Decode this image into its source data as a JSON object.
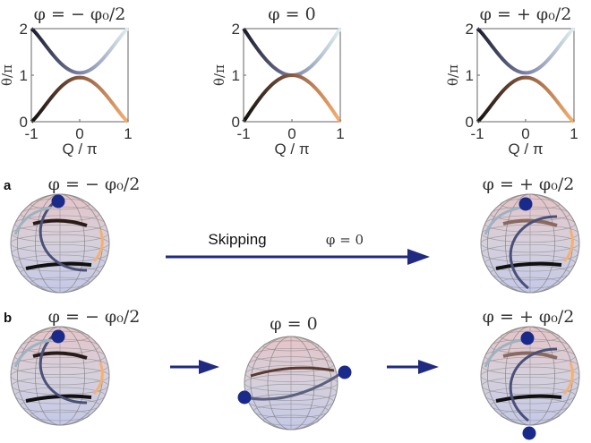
{
  "plots": [
    {
      "title": "φ = − φ₀/2",
      "gap": 0.05
    },
    {
      "title": "φ = 0",
      "gap": 0.0
    },
    {
      "title": "φ = + φ₀/2",
      "gap": 0.05
    }
  ],
  "axes": {
    "ylabel": "θ/π",
    "xlabel": "Q / π",
    "yticks": [
      "0",
      "1",
      "2"
    ],
    "xticks": [
      "-1",
      "0",
      "1"
    ]
  },
  "row_a": {
    "label": "a",
    "left_title": "φ = − φ₀/2",
    "right_title": "φ = + φ₀/2",
    "arrow_label": "Skipping",
    "arrow_phi": "φ = 0"
  },
  "row_b": {
    "label": "b",
    "left_title": "φ = − φ₀/2",
    "mid_title": "φ = 0",
    "right_title": "φ = + φ₀/2"
  },
  "colors": {
    "arrow": "#1f2a80",
    "dot": "#1a2a8a",
    "upper_start": "#1a1a2a",
    "upper_mid": "#7a80a8",
    "upper_end": "#d8ecec",
    "lower_start": "#101010",
    "lower_mid": "#8a5a40",
    "lower_end": "#f8b070"
  }
}
